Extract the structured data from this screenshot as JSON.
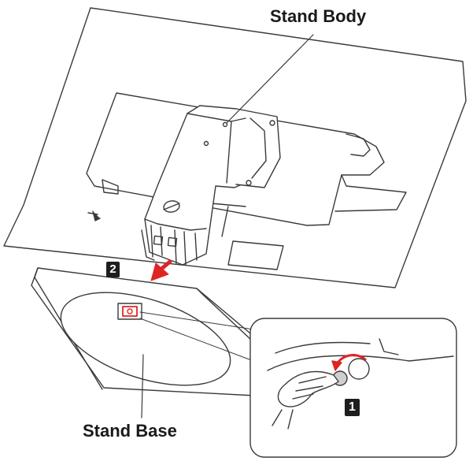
{
  "labels": {
    "stand_body": "Stand Body",
    "stand_base": "Stand Base"
  },
  "steps": {
    "step_1": "1",
    "step_2": "2"
  },
  "colors": {
    "line": "#3a3a3a",
    "arrow": "#e02424",
    "badge": "#1e1e1e",
    "background": "#ffffff"
  }
}
